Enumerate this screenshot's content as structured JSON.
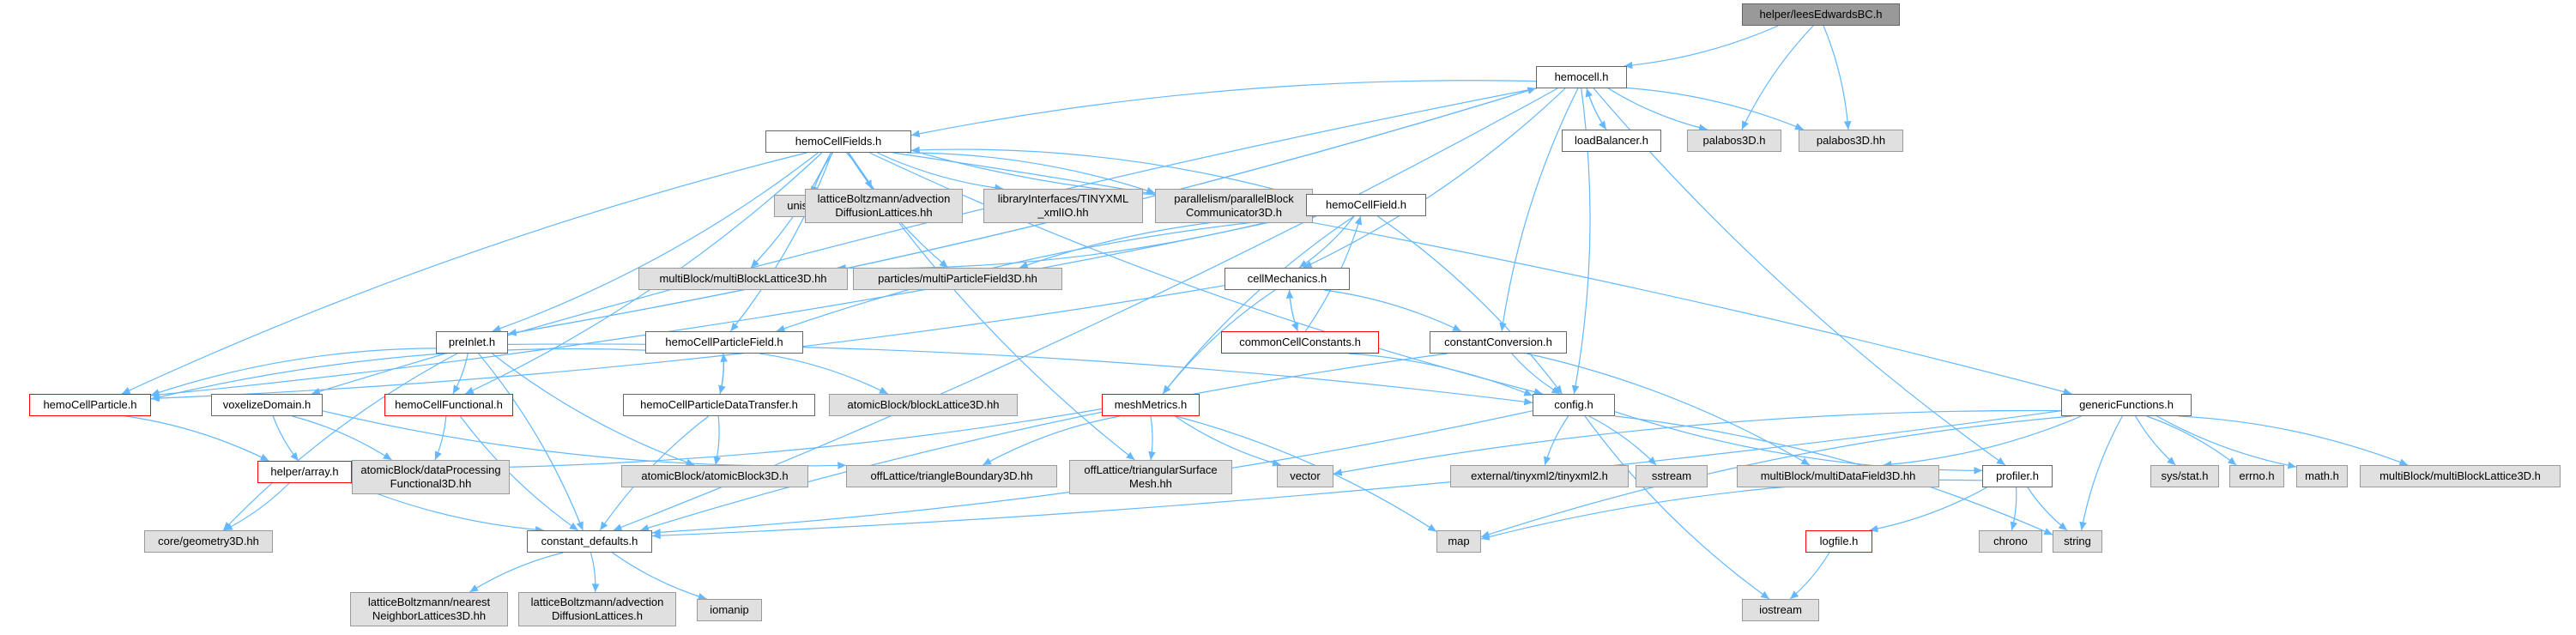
{
  "graph": {
    "nodes": [
      {
        "id": "root",
        "label": "helper/leesEdwardsBC.h",
        "style": "root"
      },
      {
        "id": "hemocell",
        "label": "hemocell.h",
        "style": "doc"
      },
      {
        "id": "palabos1",
        "label": "palabos3D.h",
        "style": "ext"
      },
      {
        "id": "palabos2",
        "label": "palabos3D.hh",
        "style": "ext"
      },
      {
        "id": "loadBalancer",
        "label": "loadBalancer.h",
        "style": "doc"
      },
      {
        "id": "hcFields",
        "label": "hemoCellFields.h",
        "style": "doc"
      },
      {
        "id": "unistd",
        "label": "unistd.h",
        "style": "ext"
      },
      {
        "id": "lbAdvection",
        "label": "latticeBoltzmann/advection\nDiffusionLattices.hh",
        "style": "ext"
      },
      {
        "id": "tinyxml",
        "label": "libraryInterfaces/TINYXML\n_xmlIO.hh",
        "style": "ext"
      },
      {
        "id": "parallelism",
        "label": "parallelism/parallelBlock\nCommunicator3D.h",
        "style": "ext"
      },
      {
        "id": "hcField",
        "label": "hemoCellField.h",
        "style": "doc"
      },
      {
        "id": "mbLattice",
        "label": "multiBlock/multiBlockLattice3D.hh",
        "style": "ext"
      },
      {
        "id": "particlesField",
        "label": "particles/multiParticleField3D.hh",
        "style": "ext"
      },
      {
        "id": "cellMechanics",
        "label": "cellMechanics.h",
        "style": "doc"
      },
      {
        "id": "commonConst",
        "label": "commonCellConstants.h",
        "style": "red"
      },
      {
        "id": "constConv",
        "label": "constantConversion.h",
        "style": "doc"
      },
      {
        "id": "preInlet",
        "label": "preInlet.h",
        "style": "doc"
      },
      {
        "id": "hcParticleField",
        "label": "hemoCellParticleField.h",
        "style": "doc"
      },
      {
        "id": "hcParticle",
        "label": "hemoCellParticle.h",
        "style": "red"
      },
      {
        "id": "voxelize",
        "label": "voxelizeDomain.h",
        "style": "doc"
      },
      {
        "id": "hcFunctional",
        "label": "hemoCellFunctional.h",
        "style": "red"
      },
      {
        "id": "hcPDT",
        "label": "hemoCellParticleDataTransfer.h",
        "style": "doc"
      },
      {
        "id": "abBlockLattice",
        "label": "atomicBlock/blockLattice3D.hh",
        "style": "ext"
      },
      {
        "id": "meshMetrics",
        "label": "meshMetrics.h",
        "style": "red"
      },
      {
        "id": "config",
        "label": "config.h",
        "style": "doc"
      },
      {
        "id": "genericFunc",
        "label": "genericFunctions.h",
        "style": "doc"
      },
      {
        "id": "helperArray",
        "label": "helper/array.h",
        "style": "red"
      },
      {
        "id": "abDataProc",
        "label": "atomicBlock/dataProcessing\nFunctional3D.hh",
        "style": "ext"
      },
      {
        "id": "abAtomic",
        "label": "atomicBlock/atomicBlock3D.h",
        "style": "ext"
      },
      {
        "id": "olTriBoundary",
        "label": "offLattice/triangleBoundary3D.hh",
        "style": "ext"
      },
      {
        "id": "olTriSurface",
        "label": "offLattice/triangularSurface\nMesh.hh",
        "style": "ext"
      },
      {
        "id": "vector",
        "label": "vector",
        "style": "ext"
      },
      {
        "id": "tinyxml2",
        "label": "external/tinyxml2/tinyxml2.h",
        "style": "ext"
      },
      {
        "id": "sstream",
        "label": "sstream",
        "style": "ext"
      },
      {
        "id": "mbDataField",
        "label": "multiBlock/multiDataField3D.hh",
        "style": "ext"
      },
      {
        "id": "profiler",
        "label": "profiler.h",
        "style": "doc"
      },
      {
        "id": "sysstat",
        "label": "sys/stat.h",
        "style": "ext"
      },
      {
        "id": "errno",
        "label": "errno.h",
        "style": "ext"
      },
      {
        "id": "mathh",
        "label": "math.h",
        "style": "ext"
      },
      {
        "id": "mbLattice2",
        "label": "multiBlock/multiBlockLattice3D.h",
        "style": "ext"
      },
      {
        "id": "coreGeom",
        "label": "core/geometry3D.hh",
        "style": "ext"
      },
      {
        "id": "constDefaults",
        "label": "constant_defaults.h",
        "style": "doc"
      },
      {
        "id": "map",
        "label": "map",
        "style": "ext"
      },
      {
        "id": "chrono",
        "label": "chrono",
        "style": "ext"
      },
      {
        "id": "string",
        "label": "string",
        "style": "ext"
      },
      {
        "id": "logfile",
        "label": "logfile.h",
        "style": "red"
      },
      {
        "id": "lbNearest",
        "label": "latticeBoltzmann/nearest\nNeighborLattices3D.hh",
        "style": "ext"
      },
      {
        "id": "lbAdvection2",
        "label": "latticeBoltzmann/advection\nDiffusionLattices.h",
        "style": "ext"
      },
      {
        "id": "iomanip",
        "label": "iomanip",
        "style": "ext"
      },
      {
        "id": "iostream",
        "label": "iostream",
        "style": "ext"
      }
    ],
    "edges": [
      [
        "root",
        "hemocell"
      ],
      [
        "root",
        "palabos1"
      ],
      [
        "root",
        "palabos2"
      ],
      [
        "hemocell",
        "palabos1"
      ],
      [
        "hemocell",
        "palabos2"
      ],
      [
        "hemocell",
        "loadBalancer"
      ],
      [
        "loadBalancer",
        "hemocell"
      ],
      [
        "hemocell",
        "hcFields"
      ],
      [
        "hemocell",
        "cellMechanics"
      ],
      [
        "hemocell",
        "constConv"
      ],
      [
        "hemocell",
        "config"
      ],
      [
        "hemocell",
        "profiler"
      ],
      [
        "hemocell",
        "preInlet"
      ],
      [
        "hemocell",
        "voxelize"
      ],
      [
        "hemocell",
        "constDefaults"
      ],
      [
        "hcFields",
        "unistd"
      ],
      [
        "hcFields",
        "lbAdvection"
      ],
      [
        "hcFields",
        "tinyxml"
      ],
      [
        "hcFields",
        "parallelism"
      ],
      [
        "hcFields",
        "hcField"
      ],
      [
        "hcFields",
        "mbLattice"
      ],
      [
        "hcFields",
        "particlesField"
      ],
      [
        "hcFields",
        "hcParticleField"
      ],
      [
        "hcFields",
        "hcParticle"
      ],
      [
        "hcFields",
        "hcFunctional"
      ],
      [
        "hcFields",
        "config"
      ],
      [
        "hcFields",
        "genericFunc"
      ],
      [
        "hcFields",
        "olTriSurface"
      ],
      [
        "hcFields",
        "preInlet"
      ],
      [
        "hcField",
        "hcFields"
      ],
      [
        "hcField",
        "mbLattice"
      ],
      [
        "hcField",
        "particlesField"
      ],
      [
        "hcField",
        "cellMechanics"
      ],
      [
        "hcField",
        "meshMetrics"
      ],
      [
        "hcField",
        "config"
      ],
      [
        "hcField",
        "hcParticleField"
      ],
      [
        "hcField",
        "hcParticle"
      ],
      [
        "cellMechanics",
        "commonConst"
      ],
      [
        "commonConst",
        "cellMechanics"
      ],
      [
        "commonConst",
        "hcField"
      ],
      [
        "cellMechanics",
        "constConv"
      ],
      [
        "cellMechanics",
        "meshMetrics"
      ],
      [
        "cellMechanics",
        "hcParticle"
      ],
      [
        "constConv",
        "config"
      ],
      [
        "constConv",
        "mbDataField"
      ],
      [
        "constConv",
        "constDefaults"
      ],
      [
        "commonConst",
        "config"
      ],
      [
        "preInlet",
        "hcParticle"
      ],
      [
        "preInlet",
        "hcFunctional"
      ],
      [
        "preInlet",
        "hemocell"
      ],
      [
        "preInlet",
        "config"
      ],
      [
        "preInlet",
        "abAtomic"
      ],
      [
        "preInlet",
        "constDefaults"
      ],
      [
        "preInlet",
        "coreGeom"
      ],
      [
        "hcParticleField",
        "hcPDT"
      ],
      [
        "hcPDT",
        "hcParticleField"
      ],
      [
        "hcParticleField",
        "abBlockLattice"
      ],
      [
        "hcParticleField",
        "hcParticle"
      ],
      [
        "hcPDT",
        "abAtomic"
      ],
      [
        "hcPDT",
        "constDefaults"
      ],
      [
        "hcParticle",
        "helperArray"
      ],
      [
        "voxelize",
        "helperArray"
      ],
      [
        "voxelize",
        "abDataProc"
      ],
      [
        "voxelize",
        "olTriBoundary"
      ],
      [
        "hcFunctional",
        "abDataProc"
      ],
      [
        "hcFunctional",
        "constDefaults"
      ],
      [
        "helperArray",
        "coreGeom"
      ],
      [
        "helperArray",
        "constDefaults"
      ],
      [
        "meshMetrics",
        "helperArray"
      ],
      [
        "meshMetrics",
        "olTriBoundary"
      ],
      [
        "meshMetrics",
        "olTriSurface"
      ],
      [
        "meshMetrics",
        "vector"
      ],
      [
        "meshMetrics",
        "map"
      ],
      [
        "config",
        "tinyxml2"
      ],
      [
        "config",
        "sstream"
      ],
      [
        "config",
        "profiler"
      ],
      [
        "config",
        "string"
      ],
      [
        "config",
        "iostream"
      ],
      [
        "config",
        "constDefaults"
      ],
      [
        "genericFunc",
        "vector"
      ],
      [
        "genericFunc",
        "mbDataField"
      ],
      [
        "genericFunc",
        "sysstat"
      ],
      [
        "genericFunc",
        "errno"
      ],
      [
        "genericFunc",
        "mathh"
      ],
      [
        "genericFunc",
        "mbLattice2"
      ],
      [
        "genericFunc",
        "string"
      ],
      [
        "genericFunc",
        "constDefaults"
      ],
      [
        "genericFunc",
        "map"
      ],
      [
        "profiler",
        "chrono"
      ],
      [
        "profiler",
        "string"
      ],
      [
        "profiler",
        "logfile"
      ],
      [
        "profiler",
        "map"
      ],
      [
        "logfile",
        "iostream"
      ],
      [
        "constDefaults",
        "lbNearest"
      ],
      [
        "constDefaults",
        "lbAdvection2"
      ],
      [
        "constDefaults",
        "iomanip"
      ]
    ]
  }
}
